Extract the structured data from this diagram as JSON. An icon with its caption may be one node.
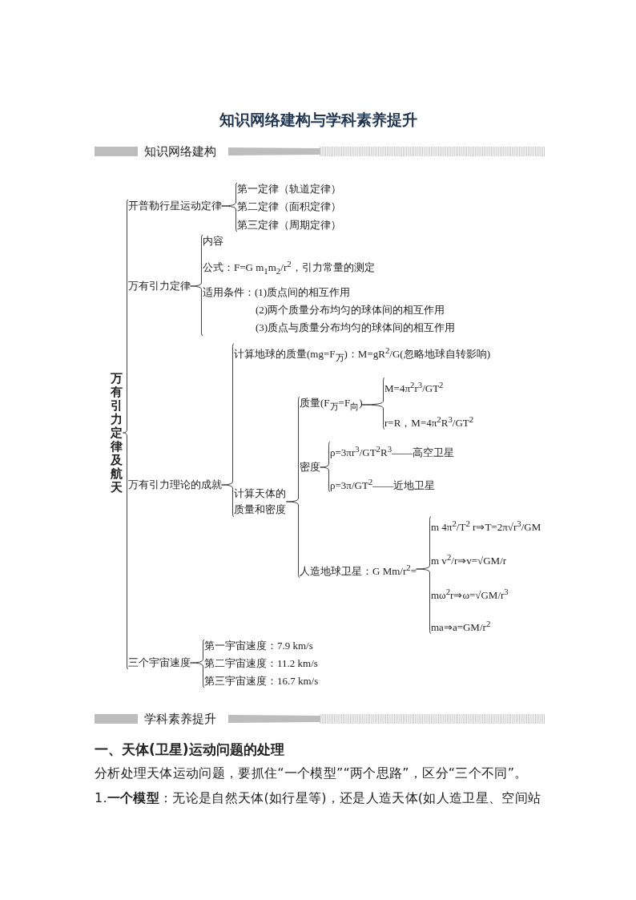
{
  "diagram": {
    "title": "知识网络建构与学科素养提升",
    "nodes": [
      {
        "text": [
          "万有引力定律及航天"
        ]
      },
      {
        "text": [
          "开普勒行星运动定律"
        ]
      },
      {
        "text": [
          "第一定律（轨道定律）"
        ]
      },
      {
        "text": [
          "第二定律（面积定律）"
        ]
      },
      {
        "text": [
          "第三定律（周期定律）"
        ]
      },
      {
        "text": [
          "万有引力定律"
        ]
      },
      {
        "text": [
          "内容"
        ]
      },
      {
        "text": [
          "公式：F=G m$_{1}$m$_{2}$/r$^{2}$，引力常量的测定"
        ]
      },
      {
        "text": [
          "适用条件：(1)质点间的相互作用 (2)两个质量分布均匀的球体间的相互作用 (3)质点与质量分布均匀的球体间的相互作用"
        ]
      },
      {
        "text": [
          "万有引力理论的成就"
        ]
      },
      {
        "text": [
          "计算地球的质量(mg=F$_{万}$)：M=gR$^{2}$/G(忽略地球自转影响)"
        ]
      },
      {
        "text": [
          "计算天体的质量和密度"
        ]
      },
      {
        "text": [
          "质量(F$_{万}$=F$_{向}$)"
        ]
      },
      {
        "text": [
          "M=4π$^{2}$r$^{3}$/GT$^{2}$"
        ]
      },
      {
        "text": [
          "r=R，M=4π$^{2}$R$^{3}$/GT$^{2}$"
        ]
      },
      {
        "text": [
          "密度"
        ]
      },
      {
        "text": [
          "ρ=3πr$^{3}$/GT$^{2}$R$^{3}$——高空卫星"
        ]
      },
      {
        "text": [
          "ρ=3π/GT$^{2}$——近地卫星"
        ]
      },
      {
        "text": [
          "人造地球卫星：G Mm/r$^{2}$="
        ]
      },
      {
        "text": [
          "m 4π$^{2}$/T$^{2}$ r⇒T=2π√r$^{3}$/GM"
        ]
      },
      {
        "text": [
          "m v$^{2}$/r⇒v=√GM/r"
        ]
      },
      {
        "text": [
          "mω$^{2}$r⇒ω=√GM/r$^{3}$"
        ]
      },
      {
        "text": [
          "ma⇒a=GM/r$^{2}$"
        ]
      },
      {
        "text": [
          "三个宇宙速度"
        ]
      },
      {
        "text": [
          "第一宇宙速度：7.9 km/s"
        ]
      },
      {
        "text": [
          "第二宇宙速度：11.2 km/s"
        ]
      },
      {
        "text": [
          "第三宇宙速度：16.7 km/s"
        ]
      }
    ],
    "edges": [
      {
        "from": 0,
        "to": 1,
        "arrow": "none"
      },
      {
        "from": 0,
        "to": 5,
        "arrow": "none"
      },
      {
        "from": 0,
        "to": 9,
        "arrow": "none"
      },
      {
        "from": 0,
        "to": 23,
        "arrow": "none"
      },
      {
        "from": 1,
        "to": 2,
        "arrow": "none"
      },
      {
        "from": 1,
        "to": 3,
        "arrow": "none"
      },
      {
        "from": 1,
        "to": 4,
        "arrow": "none"
      },
      {
        "from": 5,
        "to": 6,
        "arrow": "none"
      },
      {
        "from": 5,
        "to": 7,
        "arrow": "none"
      },
      {
        "from": 5,
        "to": 8,
        "arrow": "none"
      },
      {
        "from": 9,
        "to": 10,
        "arrow": "none"
      },
      {
        "from": 9,
        "to": 11,
        "arrow": "none"
      },
      {
        "from": 11,
        "to": 12,
        "arrow": "none"
      },
      {
        "from": 11,
        "to": 15,
        "arrow": "none"
      },
      {
        "from": 11,
        "to": 18,
        "arrow": "none"
      },
      {
        "from": 12,
        "to": 13,
        "arrow": "none"
      },
      {
        "from": 12,
        "to": 14,
        "arrow": "none"
      },
      {
        "from": 15,
        "to": 16,
        "arrow": "none"
      },
      {
        "from": 15,
        "to": 17,
        "arrow": "none"
      },
      {
        "from": 18,
        "to": 19,
        "arrow": "none"
      },
      {
        "from": 18,
        "to": 20,
        "arrow": "none"
      },
      {
        "from": 18,
        "to": 21,
        "arrow": "none"
      },
      {
        "from": 18,
        "to": 22,
        "arrow": "none"
      },
      {
        "from": 23,
        "to": 24,
        "arrow": "none"
      },
      {
        "from": 23,
        "to": 25,
        "arrow": "none"
      },
      {
        "from": 23,
        "to": 26,
        "arrow": "none"
      }
    ],
    "labels": [
      "知识网络建构",
      "学科素养提升",
      "一、天体(卫星)运动问题的处理",
      "分析处理天体运动问题，要抓住“一个模型”“两个思路”，区分“三个不同”。",
      "1.**一个模型**：无论是自然天体(如行星等)，还是人造天体(如人造卫星、空间站"
    ]
  }
}
